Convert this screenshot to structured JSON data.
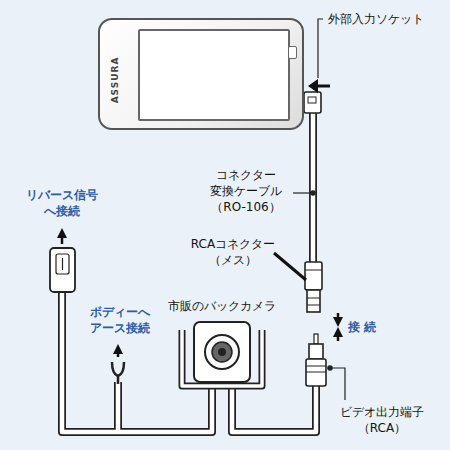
{
  "diagram": {
    "nodes": [
      {
        "text": [
          "ASSURA"
        ]
      }
    ],
    "labels": [
      "外部入力ソケット",
      "コネクター 変換ケーブル （RO-106）",
      "リバース信号 へ接続",
      "RCAコネクター （メス）",
      "ボディーへ アース接続",
      "市販のバックカメラ",
      "接 続",
      "ビデオ出力端子 （RCA）"
    ]
  }
}
